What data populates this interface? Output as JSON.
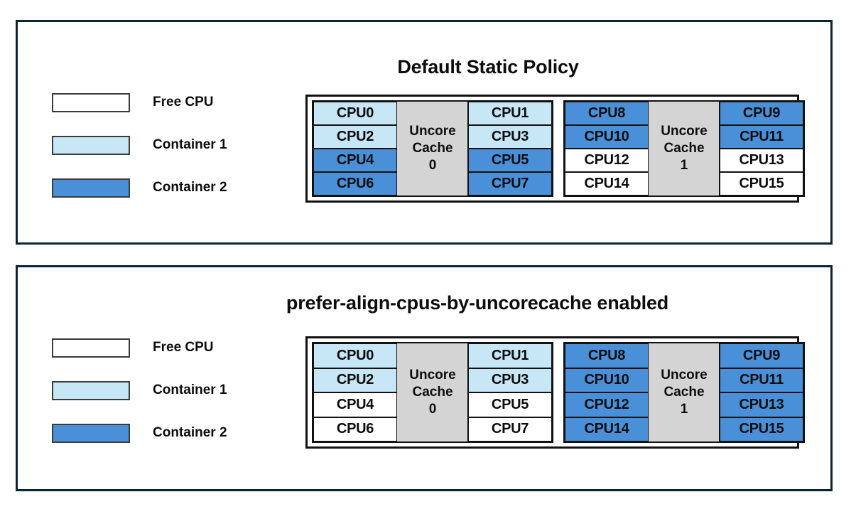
{
  "colors": {
    "free_cpu": "#FFFFFF",
    "container_1": "#C7E7F7",
    "container_2": "#4A90D9",
    "uncore_cache": "#D4D4D4",
    "panel_border": "#0B2434",
    "cell_border": "#111111",
    "text": "#0D0D0D"
  },
  "legend_common": [
    {
      "label": "Free CPU",
      "state": "free"
    },
    {
      "label": "Container 1",
      "state": "c1"
    },
    {
      "label": "Container 2",
      "state": "c2"
    }
  ],
  "panels": [
    {
      "id": "default-static-policy",
      "title": "Default Static Policy",
      "legend": [
        {
          "label": "Free CPU",
          "state": "free"
        },
        {
          "label": "Container 1",
          "state": "c1"
        },
        {
          "label": "Container 2",
          "state": "c2"
        }
      ],
      "sockets": [
        {
          "uncore_label_line1": "Uncore",
          "uncore_label_line2": "Cache",
          "uncore_label_line3": "0",
          "left_column": [
            {
              "label": "CPU0",
              "state": "c1"
            },
            {
              "label": "CPU2",
              "state": "c1"
            },
            {
              "label": "CPU4",
              "state": "c2"
            },
            {
              "label": "CPU6",
              "state": "c2"
            }
          ],
          "right_column": [
            {
              "label": "CPU1",
              "state": "c1"
            },
            {
              "label": "CPU3",
              "state": "c1"
            },
            {
              "label": "CPU5",
              "state": "c2"
            },
            {
              "label": "CPU7",
              "state": "c2"
            }
          ]
        },
        {
          "uncore_label_line1": "Uncore",
          "uncore_label_line2": "Cache",
          "uncore_label_line3": "1",
          "left_column": [
            {
              "label": "CPU8",
              "state": "c2"
            },
            {
              "label": "CPU10",
              "state": "c2"
            },
            {
              "label": "CPU12",
              "state": "free"
            },
            {
              "label": "CPU14",
              "state": "free"
            }
          ],
          "right_column": [
            {
              "label": "CPU9",
              "state": "c2"
            },
            {
              "label": "CPU11",
              "state": "c2"
            },
            {
              "label": "CPU13",
              "state": "free"
            },
            {
              "label": "CPU15",
              "state": "free"
            }
          ]
        }
      ]
    },
    {
      "id": "prefer-align-cpus-by-uncorecache-enabled",
      "title": "prefer-align-cpus-by-uncorecache enabled",
      "legend": [
        {
          "label": "Free CPU",
          "state": "free"
        },
        {
          "label": "Container 1",
          "state": "c1"
        },
        {
          "label": "Container 2",
          "state": "c2"
        }
      ],
      "sockets": [
        {
          "uncore_label_line1": "Uncore",
          "uncore_label_line2": "Cache",
          "uncore_label_line3": "0",
          "left_column": [
            {
              "label": "CPU0",
              "state": "c1"
            },
            {
              "label": "CPU2",
              "state": "c1"
            },
            {
              "label": "CPU4",
              "state": "free"
            },
            {
              "label": "CPU6",
              "state": "free"
            }
          ],
          "right_column": [
            {
              "label": "CPU1",
              "state": "c1"
            },
            {
              "label": "CPU3",
              "state": "c1"
            },
            {
              "label": "CPU5",
              "state": "free"
            },
            {
              "label": "CPU7",
              "state": "free"
            }
          ]
        },
        {
          "uncore_label_line1": "Uncore",
          "uncore_label_line2": "Cache",
          "uncore_label_line3": "1",
          "left_column": [
            {
              "label": "CPU8",
              "state": "c2"
            },
            {
              "label": "CPU10",
              "state": "c2"
            },
            {
              "label": "CPU12",
              "state": "c2"
            },
            {
              "label": "CPU14",
              "state": "c2"
            }
          ],
          "right_column": [
            {
              "label": "CPU9",
              "state": "c2"
            },
            {
              "label": "CPU11",
              "state": "c2"
            },
            {
              "label": "CPU13",
              "state": "c2"
            },
            {
              "label": "CPU15",
              "state": "c2"
            }
          ]
        }
      ]
    }
  ]
}
